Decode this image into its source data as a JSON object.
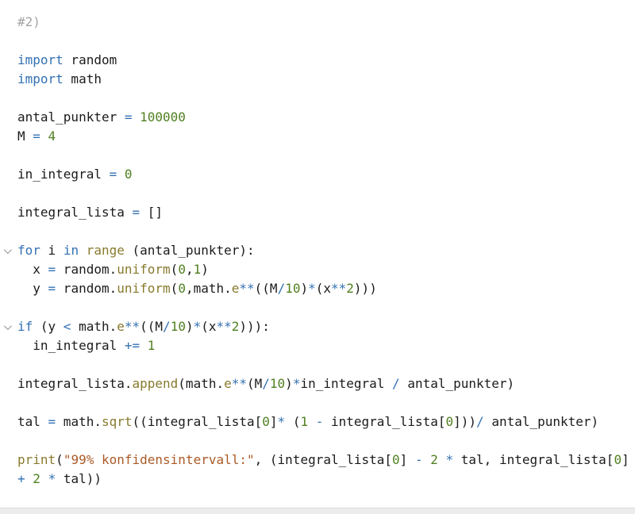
{
  "app": {
    "kind": "code-editor",
    "language": "python"
  },
  "colors": {
    "background": "#ffffff",
    "text": "#1b1b1b",
    "keyword": "#3371b3",
    "operator": "#3371b3",
    "number": "#508020",
    "function": "#887a2d",
    "string": "#ab5a26",
    "comment": "#a3a3a3",
    "fold_chevron": "#909090",
    "bottom_strip": "#ececec",
    "bottom_strip_border": "#dcdcdc"
  },
  "editor": {
    "lines": [
      {
        "fold": false,
        "tokens": [
          {
            "t": "#2)",
            "c": "com"
          }
        ]
      },
      {
        "fold": false,
        "tokens": []
      },
      {
        "fold": false,
        "tokens": [
          {
            "t": "import",
            "c": "kw"
          },
          {
            "t": " random",
            "c": "pl"
          }
        ]
      },
      {
        "fold": false,
        "tokens": [
          {
            "t": "import",
            "c": "kw"
          },
          {
            "t": " math",
            "c": "pl"
          }
        ]
      },
      {
        "fold": false,
        "tokens": []
      },
      {
        "fold": false,
        "tokens": [
          {
            "t": "antal_punkter ",
            "c": "pl"
          },
          {
            "t": "=",
            "c": "op"
          },
          {
            "t": " ",
            "c": "pl"
          },
          {
            "t": "100000",
            "c": "num"
          }
        ]
      },
      {
        "fold": false,
        "tokens": [
          {
            "t": "M ",
            "c": "pl"
          },
          {
            "t": "=",
            "c": "op"
          },
          {
            "t": " ",
            "c": "pl"
          },
          {
            "t": "4",
            "c": "num"
          }
        ]
      },
      {
        "fold": false,
        "tokens": []
      },
      {
        "fold": false,
        "tokens": [
          {
            "t": "in_integral ",
            "c": "pl"
          },
          {
            "t": "=",
            "c": "op"
          },
          {
            "t": " ",
            "c": "pl"
          },
          {
            "t": "0",
            "c": "num"
          }
        ]
      },
      {
        "fold": false,
        "tokens": []
      },
      {
        "fold": false,
        "tokens": [
          {
            "t": "integral_lista ",
            "c": "pl"
          },
          {
            "t": "=",
            "c": "op"
          },
          {
            "t": " []",
            "c": "pl"
          }
        ]
      },
      {
        "fold": false,
        "tokens": []
      },
      {
        "fold": true,
        "tokens": [
          {
            "t": "for",
            "c": "kw"
          },
          {
            "t": " i ",
            "c": "pl"
          },
          {
            "t": "in",
            "c": "kw"
          },
          {
            "t": " ",
            "c": "pl"
          },
          {
            "t": "range",
            "c": "fn"
          },
          {
            "t": " (antal_punkter):",
            "c": "pl"
          }
        ]
      },
      {
        "fold": false,
        "tokens": [
          {
            "t": "  x ",
            "c": "pl"
          },
          {
            "t": "=",
            "c": "op"
          },
          {
            "t": " random.",
            "c": "pl"
          },
          {
            "t": "uniform",
            "c": "fn"
          },
          {
            "t": "(",
            "c": "pl"
          },
          {
            "t": "0",
            "c": "num"
          },
          {
            "t": ",",
            "c": "pl"
          },
          {
            "t": "1",
            "c": "num"
          },
          {
            "t": ")",
            "c": "pl"
          }
        ]
      },
      {
        "fold": false,
        "tokens": [
          {
            "t": "  y ",
            "c": "pl"
          },
          {
            "t": "=",
            "c": "op"
          },
          {
            "t": " random.",
            "c": "pl"
          },
          {
            "t": "uniform",
            "c": "fn"
          },
          {
            "t": "(",
            "c": "pl"
          },
          {
            "t": "0",
            "c": "num"
          },
          {
            "t": ",math.",
            "c": "pl"
          },
          {
            "t": "e",
            "c": "fn"
          },
          {
            "t": "**",
            "c": "op"
          },
          {
            "t": "((M",
            "c": "pl"
          },
          {
            "t": "/",
            "c": "op"
          },
          {
            "t": "10",
            "c": "num"
          },
          {
            "t": ")",
            "c": "pl"
          },
          {
            "t": "*",
            "c": "op"
          },
          {
            "t": "(x",
            "c": "pl"
          },
          {
            "t": "**",
            "c": "op"
          },
          {
            "t": "2",
            "c": "num"
          },
          {
            "t": ")))",
            "c": "pl"
          }
        ]
      },
      {
        "fold": false,
        "tokens": []
      },
      {
        "fold": true,
        "tokens": [
          {
            "t": "if",
            "c": "kw"
          },
          {
            "t": " (y ",
            "c": "pl"
          },
          {
            "t": "<",
            "c": "op"
          },
          {
            "t": " math.",
            "c": "pl"
          },
          {
            "t": "e",
            "c": "fn"
          },
          {
            "t": "**",
            "c": "op"
          },
          {
            "t": "((M",
            "c": "pl"
          },
          {
            "t": "/",
            "c": "op"
          },
          {
            "t": "10",
            "c": "num"
          },
          {
            "t": ")",
            "c": "pl"
          },
          {
            "t": "*",
            "c": "op"
          },
          {
            "t": "(x",
            "c": "pl"
          },
          {
            "t": "**",
            "c": "op"
          },
          {
            "t": "2",
            "c": "num"
          },
          {
            "t": "))):",
            "c": "pl"
          }
        ]
      },
      {
        "fold": false,
        "tokens": [
          {
            "t": "  in_integral ",
            "c": "pl"
          },
          {
            "t": "+=",
            "c": "op"
          },
          {
            "t": " ",
            "c": "pl"
          },
          {
            "t": "1",
            "c": "num"
          }
        ]
      },
      {
        "fold": false,
        "tokens": []
      },
      {
        "fold": false,
        "tokens": [
          {
            "t": "integral_lista.",
            "c": "pl"
          },
          {
            "t": "append",
            "c": "fn"
          },
          {
            "t": "(math.",
            "c": "pl"
          },
          {
            "t": "e",
            "c": "fn"
          },
          {
            "t": "**",
            "c": "op"
          },
          {
            "t": "(M",
            "c": "pl"
          },
          {
            "t": "/",
            "c": "op"
          },
          {
            "t": "10",
            "c": "num"
          },
          {
            "t": ")",
            "c": "pl"
          },
          {
            "t": "*",
            "c": "op"
          },
          {
            "t": "in_integral ",
            "c": "pl"
          },
          {
            "t": "/",
            "c": "op"
          },
          {
            "t": " antal_punkter)",
            "c": "pl"
          }
        ]
      },
      {
        "fold": false,
        "tokens": []
      },
      {
        "fold": false,
        "tokens": [
          {
            "t": "tal ",
            "c": "pl"
          },
          {
            "t": "=",
            "c": "op"
          },
          {
            "t": " math.",
            "c": "pl"
          },
          {
            "t": "sqrt",
            "c": "fn"
          },
          {
            "t": "((integral_lista[",
            "c": "pl"
          },
          {
            "t": "0",
            "c": "num"
          },
          {
            "t": "]",
            "c": "pl"
          },
          {
            "t": "*",
            "c": "op"
          },
          {
            "t": " (",
            "c": "pl"
          },
          {
            "t": "1",
            "c": "num"
          },
          {
            "t": " ",
            "c": "pl"
          },
          {
            "t": "-",
            "c": "op"
          },
          {
            "t": " integral_lista[",
            "c": "pl"
          },
          {
            "t": "0",
            "c": "num"
          },
          {
            "t": "]))",
            "c": "pl"
          },
          {
            "t": "/",
            "c": "op"
          },
          {
            "t": " antal_punkter)",
            "c": "pl"
          }
        ]
      },
      {
        "fold": false,
        "tokens": []
      },
      {
        "fold": false,
        "tokens": [
          {
            "t": "print",
            "c": "fn"
          },
          {
            "t": "(",
            "c": "pl"
          },
          {
            "t": "\"99% konfidensintervall:\"",
            "c": "str"
          },
          {
            "t": ", (integral_lista[",
            "c": "pl"
          },
          {
            "t": "0",
            "c": "num"
          },
          {
            "t": "] ",
            "c": "pl"
          },
          {
            "t": "-",
            "c": "op"
          },
          {
            "t": " ",
            "c": "pl"
          },
          {
            "t": "2",
            "c": "num"
          },
          {
            "t": " ",
            "c": "pl"
          },
          {
            "t": "*",
            "c": "op"
          },
          {
            "t": " tal, integral_lista[",
            "c": "pl"
          },
          {
            "t": "0",
            "c": "num"
          },
          {
            "t": "]",
            "c": "pl"
          }
        ]
      },
      {
        "fold": false,
        "tokens": [
          {
            "t": "+",
            "c": "op"
          },
          {
            "t": " ",
            "c": "pl"
          },
          {
            "t": "2",
            "c": "num"
          },
          {
            "t": " ",
            "c": "pl"
          },
          {
            "t": "*",
            "c": "op"
          },
          {
            "t": " tal))",
            "c": "pl"
          }
        ]
      }
    ]
  },
  "footer": {
    "bottom_strip_visible": true
  }
}
